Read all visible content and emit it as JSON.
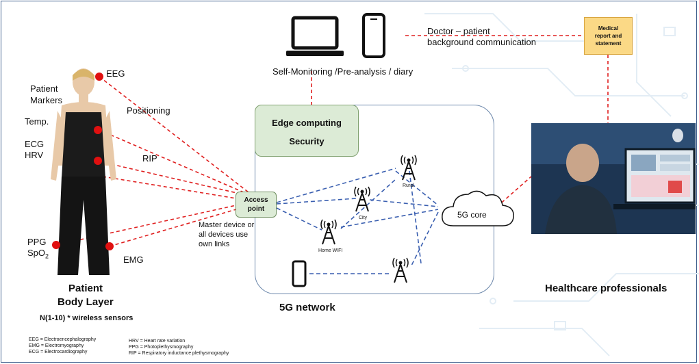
{
  "diagram": {
    "top": {
      "selfmon": "Self-Monitoring /Pre-analysis / diary",
      "doctor_line1": "Doctor – patient",
      "doctor_line2": "background communication",
      "medical_line1": "Medical",
      "medical_line2": "report and",
      "medical_line3": "statement"
    },
    "body": {
      "patient_markers_1": "Patient",
      "patient_markers_2": "Markers",
      "eeg": "EEG",
      "positioning": "Positioning",
      "temp": "Temp.",
      "ecg": "ECG",
      "hrv": "HRV",
      "rip": "RIP",
      "ppg": "PPG",
      "spo2": "SpO",
      "spo2_sub": "2",
      "emg": "EMG",
      "title1": "Patient",
      "title2": "Body Layer",
      "subtitle": "N(1-10)  * wireless sensors"
    },
    "access_point": {
      "line1": "Access",
      "line2": "point",
      "note1": "Master device or",
      "note2": "all devices use",
      "note3": "own links"
    },
    "edge": {
      "line1": "Edge computing",
      "line2": "Security"
    },
    "network": {
      "rural": "Rural",
      "city": "City",
      "home": "Home WIFI",
      "core": "5G core",
      "title": "5G network"
    },
    "healthcare": {
      "title": "Healthcare professionals"
    },
    "abbreviations": {
      "eeg": "EEG = Electroencephalography",
      "emg": "EMG = Electromyography",
      "ecg": "ECG = Electrocardiography",
      "hrv": "HRV = Heart rate variation",
      "ppg": "PPG = Photoplethysmography",
      "rip": "RIP = Respiratory inductance plethysmography"
    },
    "colors": {
      "red_link": "#e02020",
      "blue_link": "#3a5fb0",
      "green_box": "#dcebd6",
      "yellow_box": "#fbd986"
    }
  }
}
